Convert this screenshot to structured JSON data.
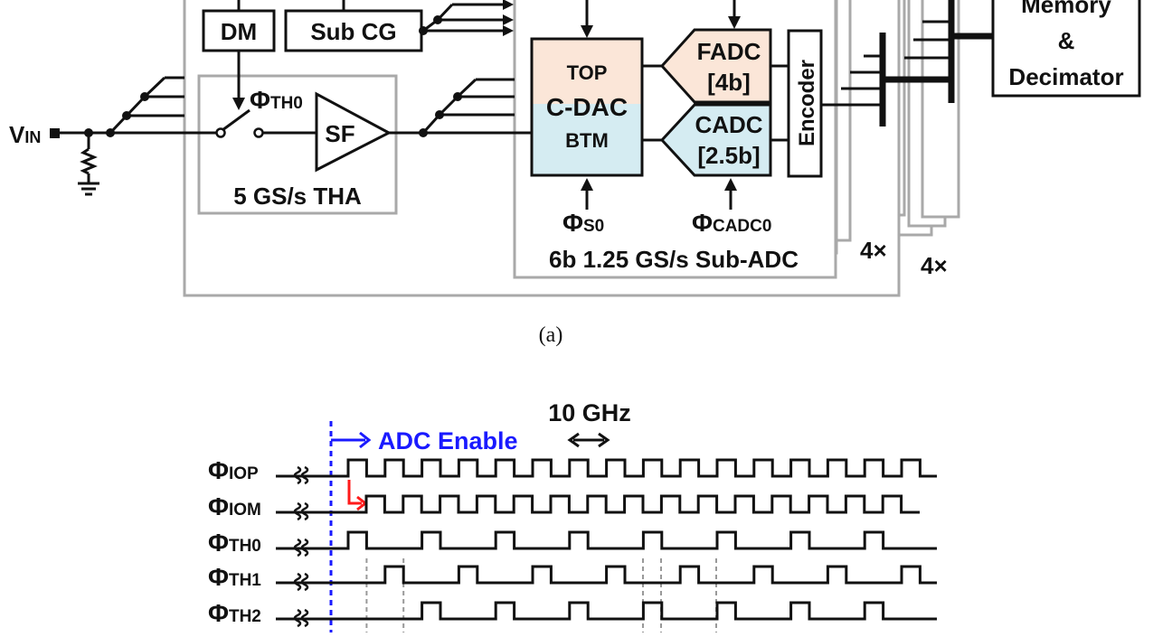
{
  "colors": {
    "frame_gray": "#a9a9a9",
    "dac_top_fill": "#fbe6d8",
    "dac_bottom_fill": "#d5ecf2",
    "fadc_fill": "#fbe6d8",
    "cadc_fill": "#d5ecf2",
    "enable_blue": "#1a1aff",
    "skew_red": "#ff1a1a",
    "dash_gray": "#999999"
  },
  "block": {
    "dm": "DM",
    "sub_cg": "Sub CG",
    "vin_main": "V",
    "vin_sub": "IN",
    "phi": "Φ",
    "phi_th0_sub": "TH0",
    "sf": "SF",
    "tha_label": "5 GS/s THA",
    "dac_top": "TOP",
    "dac_mid": "C-DAC",
    "dac_btm": "BTM",
    "fadc_line1": "FADC",
    "fadc_line2": "[4b]",
    "cadc_line1": "CADC",
    "cadc_line2": "[2.5b]",
    "encoder": "Encoder",
    "phi_s0_sub": "S0",
    "phi_cadc0_sub": "CADC0",
    "subadc_label": "6b 1.25 GS/s Sub-ADC",
    "mult_inner": "4×",
    "mult_outer": "4×",
    "memory_line1": "Memory",
    "memory_line2": "&",
    "memory_line3": "Decimator"
  },
  "caption_a": "(a)",
  "timing": {
    "freq_label": "10 GHz",
    "enable_label": "ADC Enable",
    "phi": "Φ",
    "signals": [
      {
        "sub": "IOP",
        "kind": "clock"
      },
      {
        "sub": "IOM",
        "kind": "clock"
      },
      {
        "sub": "TH0",
        "kind": "pulse"
      },
      {
        "sub": "TH1",
        "kind": "pulse"
      },
      {
        "sub": "TH2",
        "kind": "pulse"
      }
    ]
  }
}
